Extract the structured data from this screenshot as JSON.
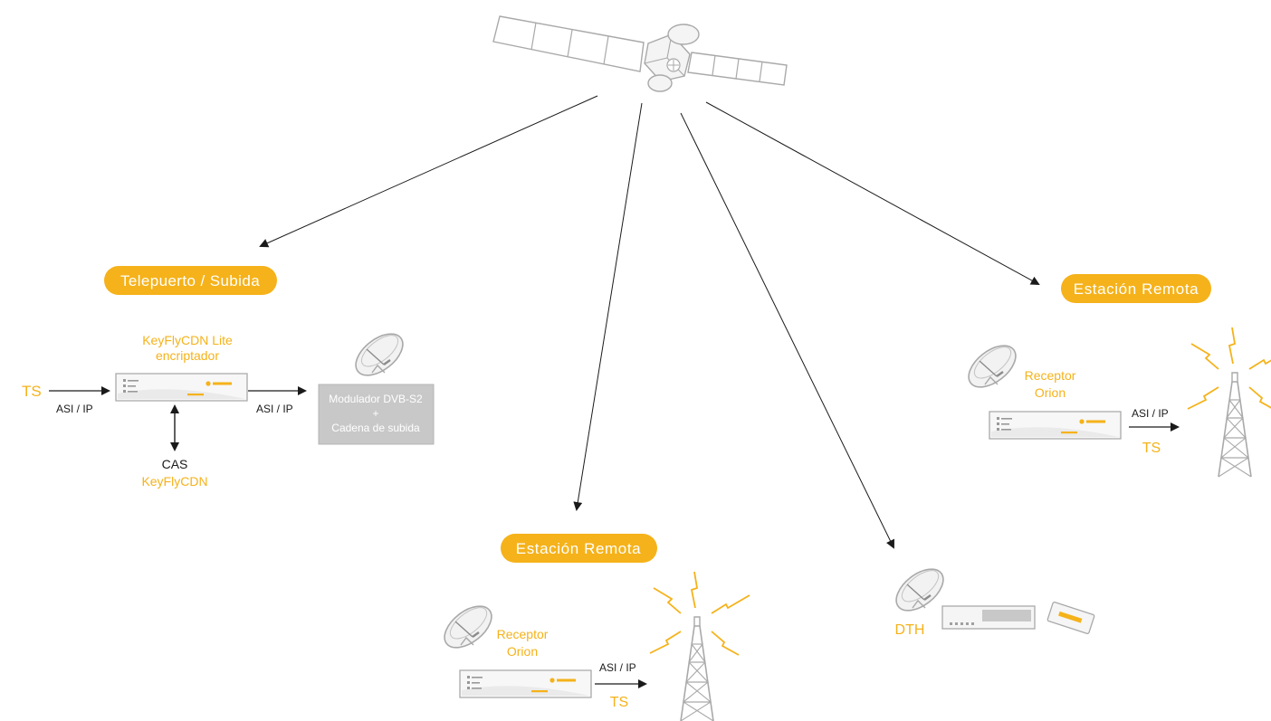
{
  "colors": {
    "accent": "#f5b21a",
    "outline": "#a9a9a9",
    "device_fill": "#f2f2f2",
    "modulator_fill": "#c8c8c8",
    "arrow": "#1a1a1a",
    "badge_text": "#ffffff"
  },
  "badges": {
    "uplink": "Telepuerto / Subida",
    "remote_right": "Estación Remota",
    "remote_bottom": "Estación Remota"
  },
  "uplink": {
    "ts_in": "TS",
    "asi_ip_in": "ASI / IP",
    "encryptor_line1": "KeyFlyCDN Lite",
    "encryptor_line2": "encriptador",
    "asi_ip_out": "ASI / IP",
    "modulator_line1": "Modulador DVB-S2",
    "modulator_plus": "+",
    "modulator_line2": "Cadena de subida",
    "cas_line1": "CAS",
    "cas_line2": "KeyFlyCDN"
  },
  "remote_right": {
    "receiver_line1": "Receptor",
    "receiver_line2": "Orion",
    "asi_ip": "ASI / IP",
    "ts": "TS"
  },
  "remote_bottom": {
    "receiver_line1": "Receptor",
    "receiver_line2": "Orion",
    "asi_ip": "ASI / IP",
    "ts": "TS"
  },
  "dth": {
    "label": "DTH"
  },
  "icons": [
    "satellite-icon",
    "dish-icon",
    "rack-unit-icon",
    "antenna-tower-icon",
    "set-top-box-icon",
    "smart-card-icon"
  ]
}
